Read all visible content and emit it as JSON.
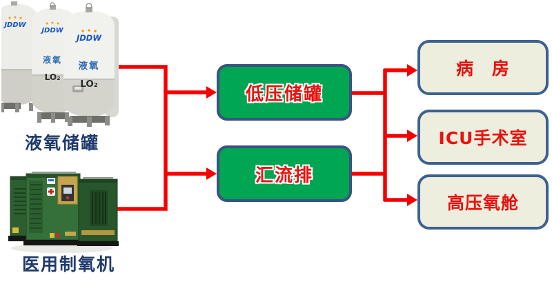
{
  "diagram": {
    "sources": [
      {
        "caption": "液氧储罐",
        "tank_brand": "JDDW",
        "tank_label": "液氧",
        "tank_code": "LO₂"
      },
      {
        "caption": "医用制氧机"
      }
    ],
    "nodes": [
      {
        "label": "低压储罐"
      },
      {
        "label": "汇流排"
      }
    ],
    "destinations": [
      {
        "label": "病　房"
      },
      {
        "label": "ICU手术室"
      },
      {
        "label": "高压氧舱"
      }
    ],
    "edges": [
      "液氧储罐 → 低压储罐",
      "医用制氧机 → 汇流排",
      "低压储罐 → 病房 / ICU手术室 / 高压氧舱",
      "汇流排 → 病房 / ICU手术室 / 高压氧舱"
    ],
    "colors": {
      "arrow_red": "#f50000",
      "node_green": "#00a651",
      "node_border": "#3a5383",
      "dest_fill": "#edeede",
      "dest_border": "#3d6190",
      "label_red": "#e8120e",
      "caption_navy": "#1f3a6d"
    }
  }
}
